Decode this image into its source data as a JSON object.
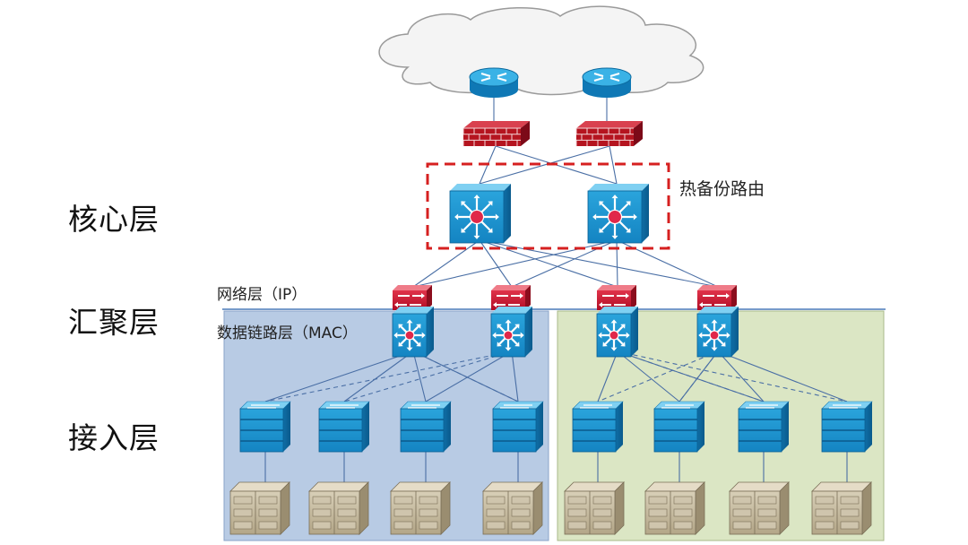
{
  "labels": {
    "core_layer": "核心层",
    "aggregation_layer": "汇聚层",
    "access_layer": "接入层",
    "network_layer": "网络层（IP）",
    "datalink_layer": "数据链路层（MAC）",
    "hot_standby": "热备份路由"
  },
  "icons": {
    "cloud": "internet-cloud-icon",
    "router": "router-icon",
    "firewall": "firewall-icon",
    "core_switch": "multilayer-switch-icon",
    "agg_router": "router-module-icon",
    "agg_switch": "aggregation-switch-icon",
    "access_switch": "access-switch-icon",
    "server": "server-icon"
  },
  "colors": {
    "device_blue": "#1f9bd6",
    "device_red": "#c8102e",
    "left_zone": "#b8cbe4",
    "right_zone": "#dbe6c4",
    "standby_box": "#d62020",
    "link": "#4a6fa5"
  }
}
